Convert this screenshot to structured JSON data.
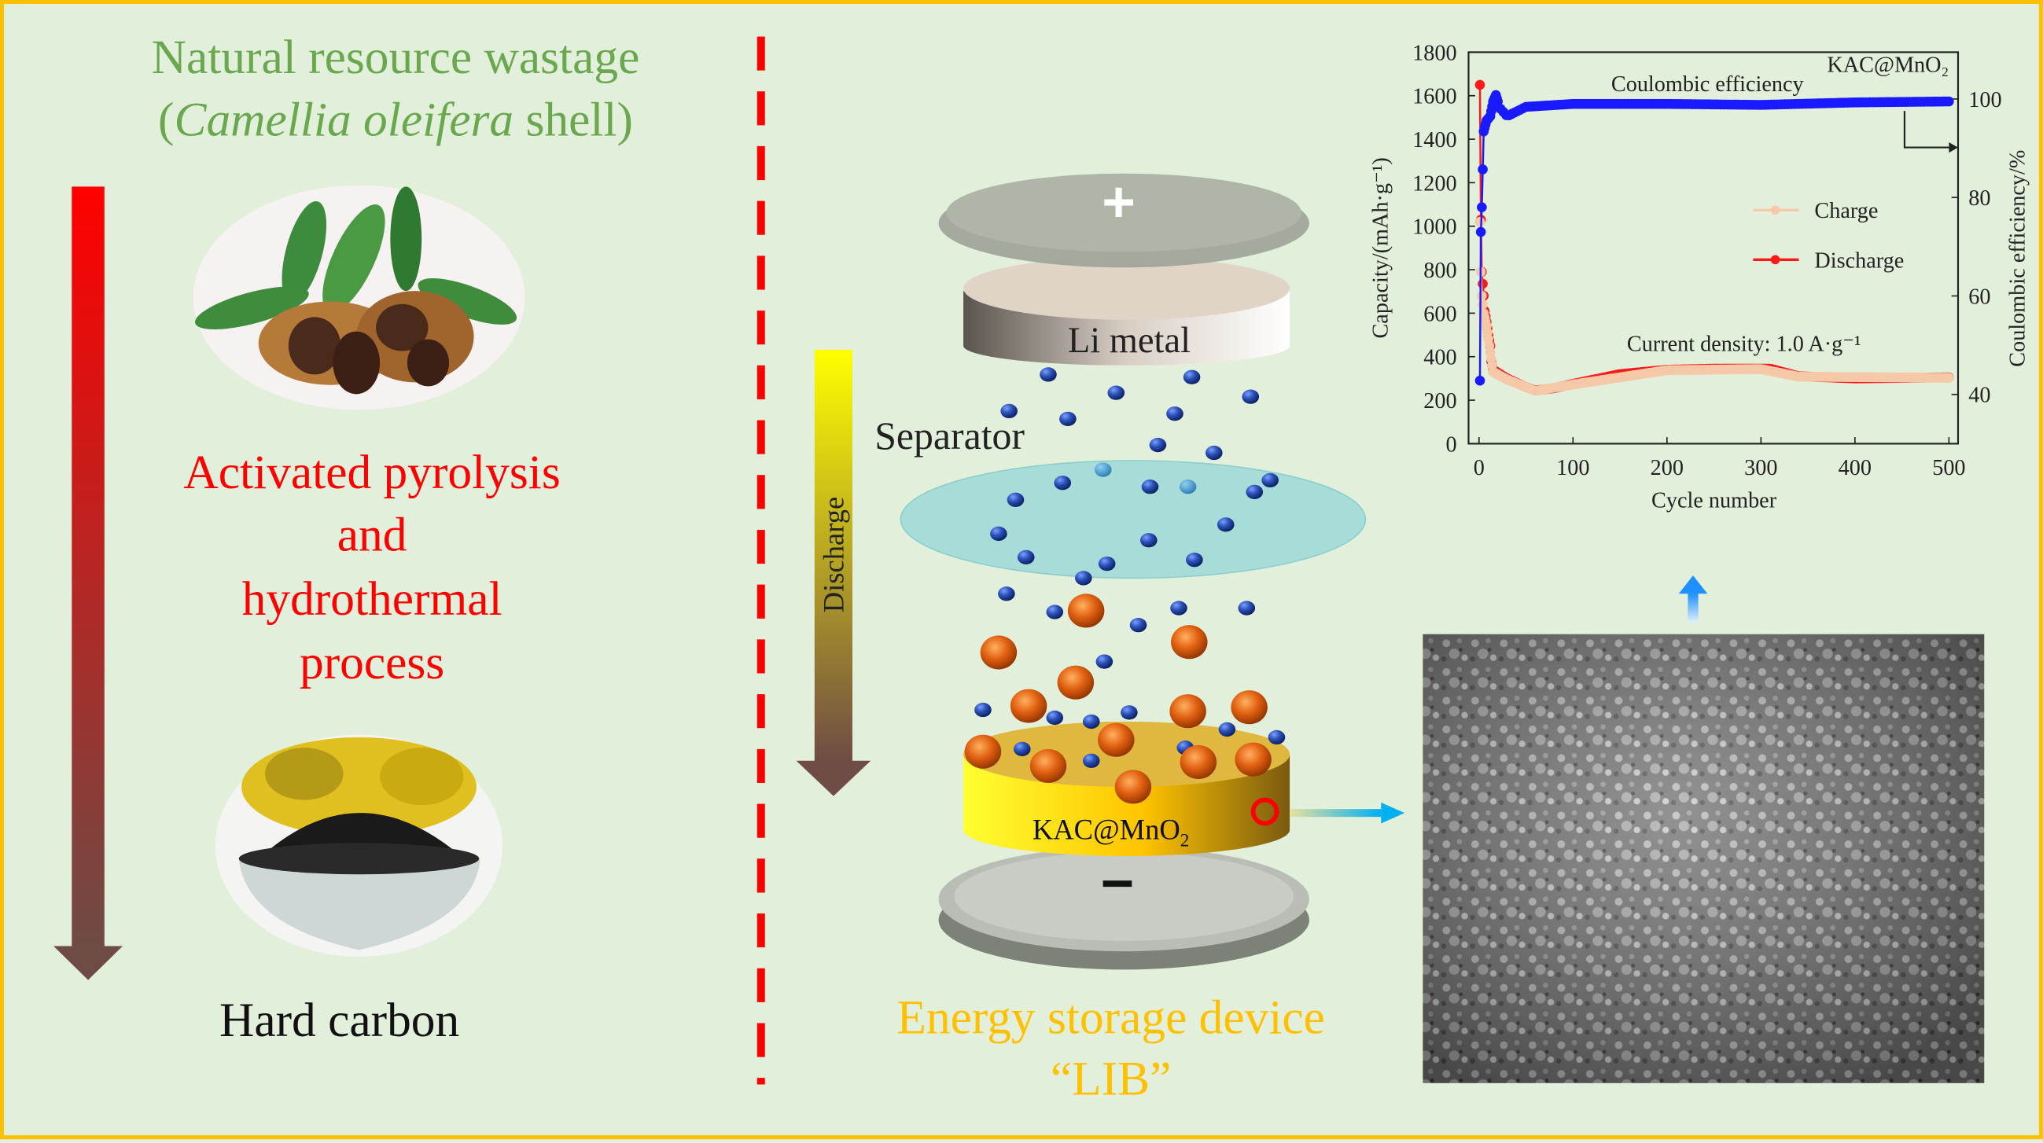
{
  "left": {
    "title_line1": "Natural resource wastage",
    "title_open": "(",
    "title_italic": "Camellia oleifera",
    "title_rest": " shell)",
    "process_lines": [
      "Activated pyrolysis",
      "and",
      "hydrothermal",
      "process"
    ],
    "product": "Hard carbon"
  },
  "battery": {
    "plus_sign": "+",
    "minus_sign": "−",
    "li_label": "Li metal",
    "separator_label": "Separator",
    "cathode_label": "KAC@MnO",
    "cathode_sub": "2",
    "discharge_label": "Discharge",
    "device_title": "Energy storage device",
    "device_name": "“LIB”"
  },
  "colors": {
    "title_green": "#6aa84f",
    "process_red": "#ff0000",
    "device_yellow": "#ffc000",
    "border": "#ffc000",
    "background": "#e2efda"
  },
  "chart_data": {
    "type": "line",
    "title": "",
    "sample_label": "KAC@MnO₂",
    "annotation_ce": "Coulombic efficiency",
    "annotation_current": "Current density: 1.0 A·g⁻¹",
    "xlabel": "Cycle number",
    "ylabel": "Capacity/(mAh·g⁻¹)",
    "ylabel_right": "Coulombic efficiency/%",
    "xlim": [
      0,
      500
    ],
    "ylim": [
      0,
      1800
    ],
    "ylim_right": [
      30,
      109.5
    ],
    "xticks": [
      "0",
      "100",
      "200",
      "300",
      "400",
      "500"
    ],
    "yticks": [
      "0",
      "200",
      "400",
      "600",
      "800",
      "1000",
      "1200",
      "1400",
      "1600",
      "1800"
    ],
    "yticks_right": [
      "40",
      "60",
      "80",
      "100"
    ],
    "legend": [
      "Charge",
      "Discharge"
    ],
    "legend_position": "center-right",
    "series": [
      {
        "name": "Discharge",
        "color": "#ff1a1a",
        "axis": "left",
        "x": [
          1,
          2,
          3,
          5,
          6,
          8,
          10,
          12,
          13,
          15,
          30,
          50,
          60,
          80,
          100,
          150,
          200,
          250,
          300,
          310,
          340,
          400,
          500
        ],
        "y": [
          1650,
          1030,
          790,
          680,
          610,
          560,
          500,
          450,
          380,
          340,
          300,
          260,
          245,
          255,
          275,
          320,
          340,
          345,
          345,
          345,
          310,
          300,
          305
        ]
      },
      {
        "name": "Charge",
        "color": "#f5c8a8",
        "axis": "left",
        "x": [
          1,
          2,
          3,
          5,
          8,
          12,
          15,
          30,
          60,
          100,
          200,
          300,
          340,
          500
        ],
        "y": [
          1020,
          790,
          680,
          600,
          540,
          420,
          330,
          295,
          243,
          272,
          338,
          343,
          308,
          303
        ]
      },
      {
        "name": "Coulombic efficiency",
        "color": "#1a1aff",
        "axis": "right",
        "x": [
          1,
          2,
          3,
          5,
          8,
          12,
          15,
          18,
          22,
          30,
          50,
          100,
          200,
          300,
          400,
          500
        ],
        "y": [
          42.8,
          73,
          78,
          93.4,
          95.6,
          96.5,
          99.5,
          100.8,
          98.2,
          96.5,
          98.4,
          99,
          99,
          98.8,
          99.3,
          99.5
        ]
      }
    ]
  }
}
